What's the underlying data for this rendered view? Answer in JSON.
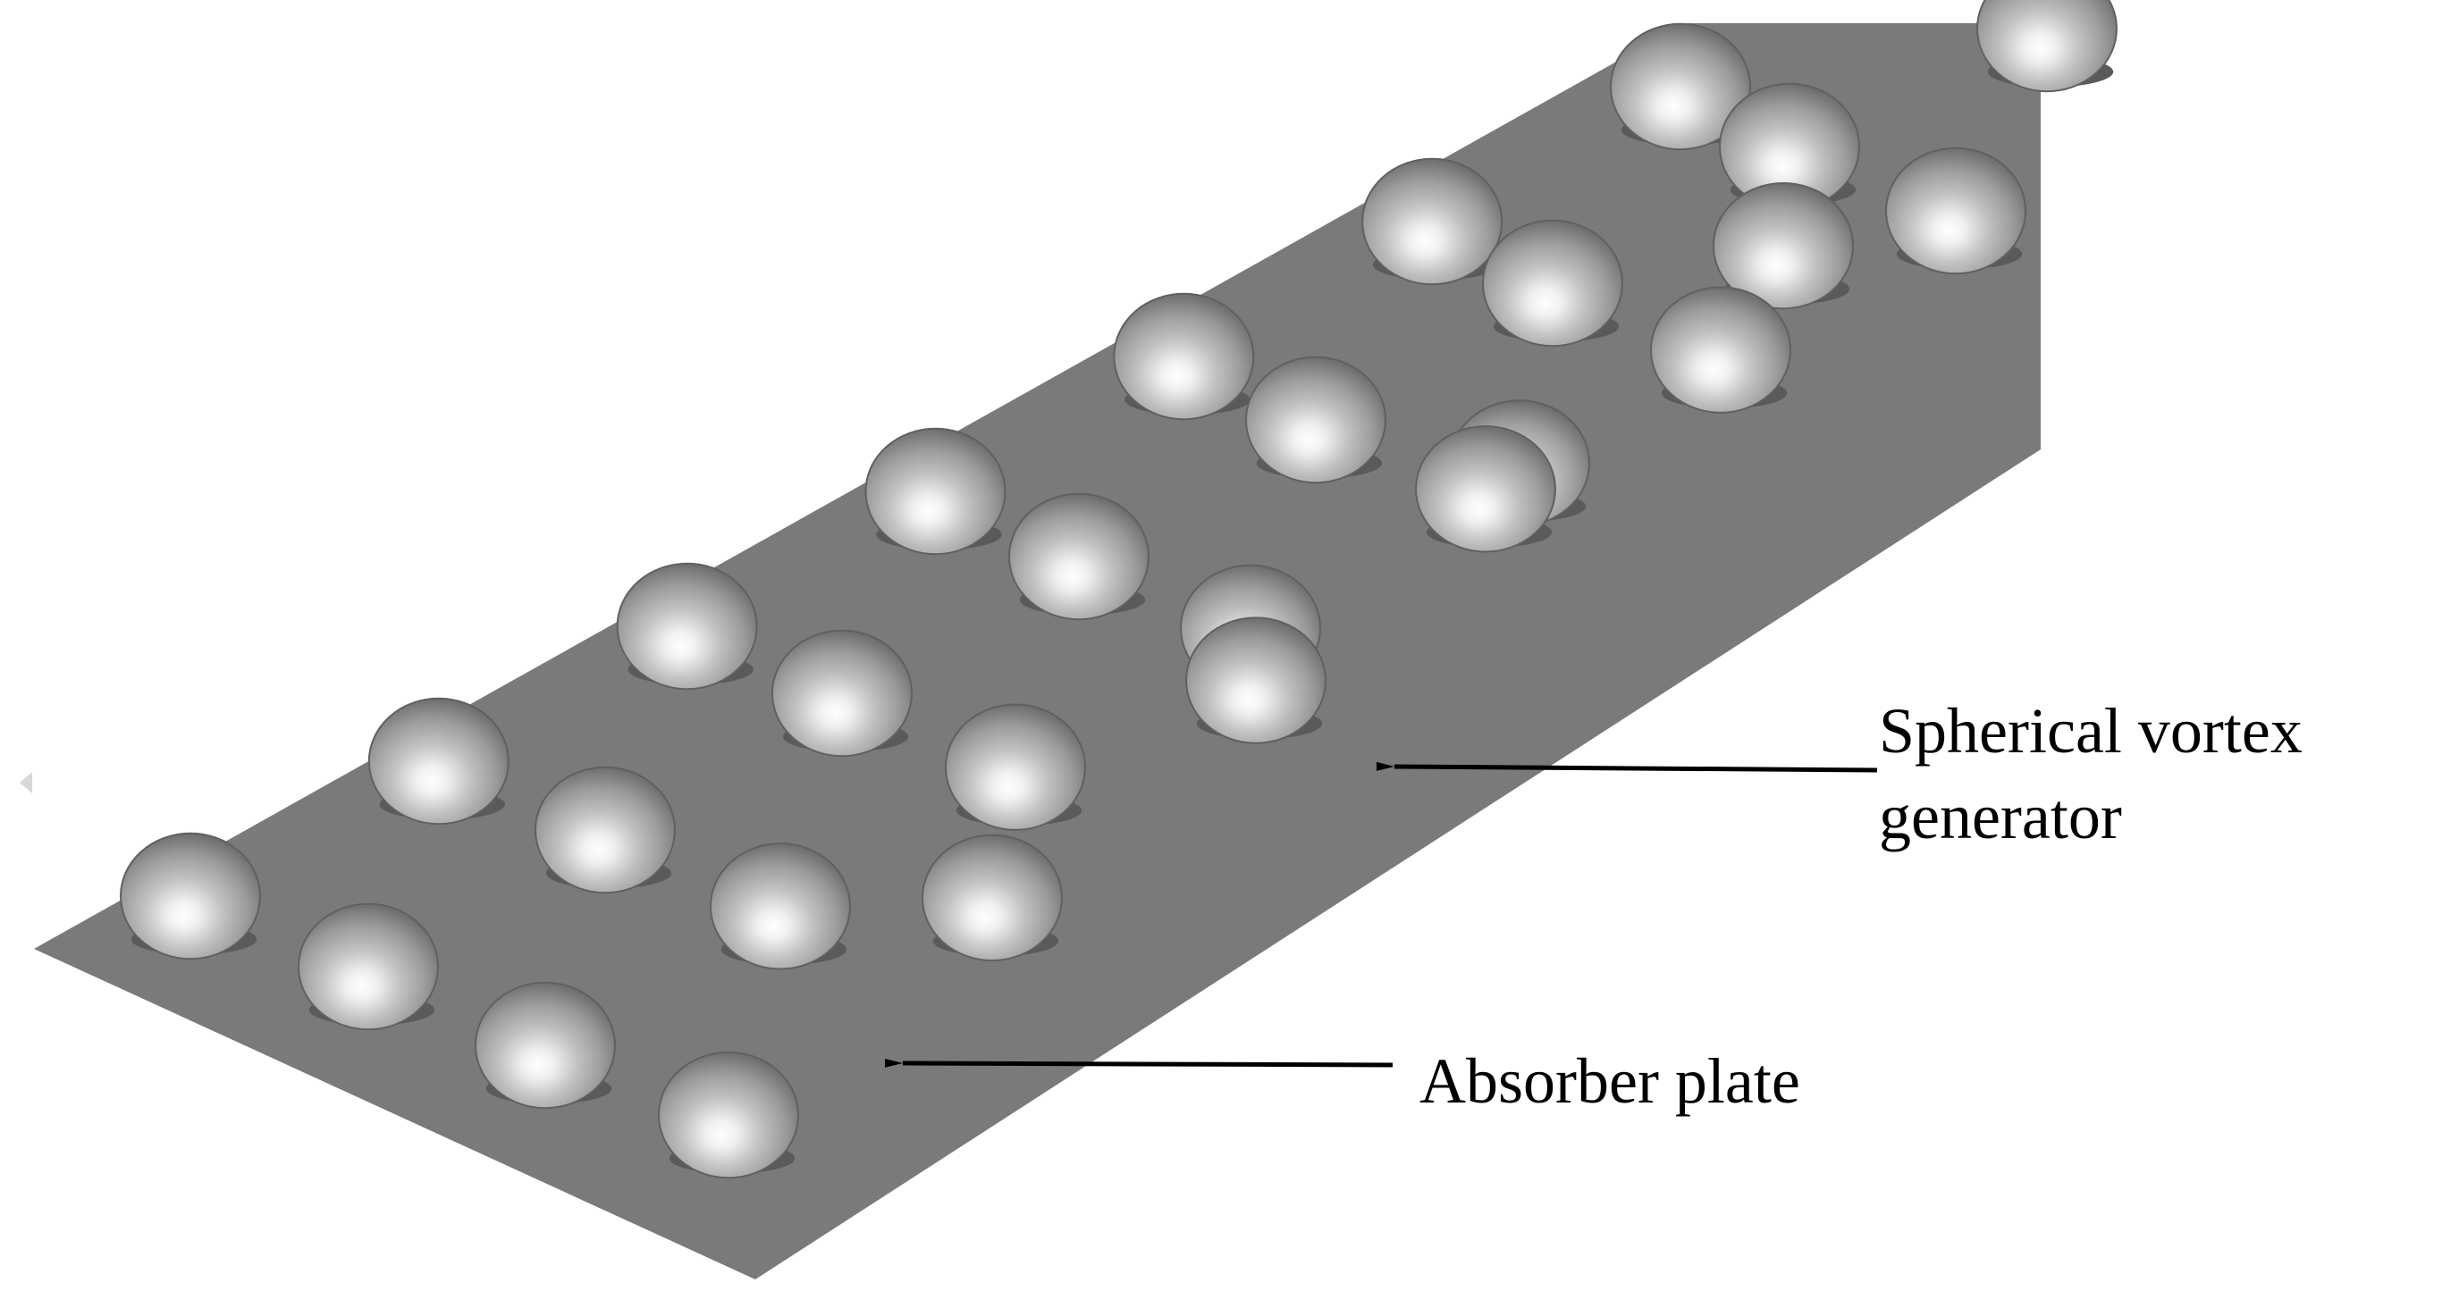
{
  "labels": {
    "vortex_generator_line1": "Spherical vortex",
    "vortex_generator_line2": "generator",
    "absorber_plate": "Absorber plate"
  },
  "colors": {
    "background": "#ffffff",
    "plate": "#7a7a7a",
    "sphere_highlight": "#ffffff",
    "sphere_mid": "#b4b4b4",
    "sphere_shadow": "#5a5a5a",
    "arrow": "#000000",
    "label_text": "#000000"
  },
  "diagram": {
    "plate_count": 1,
    "sphere_rows": 4,
    "sphere_count": 27
  }
}
